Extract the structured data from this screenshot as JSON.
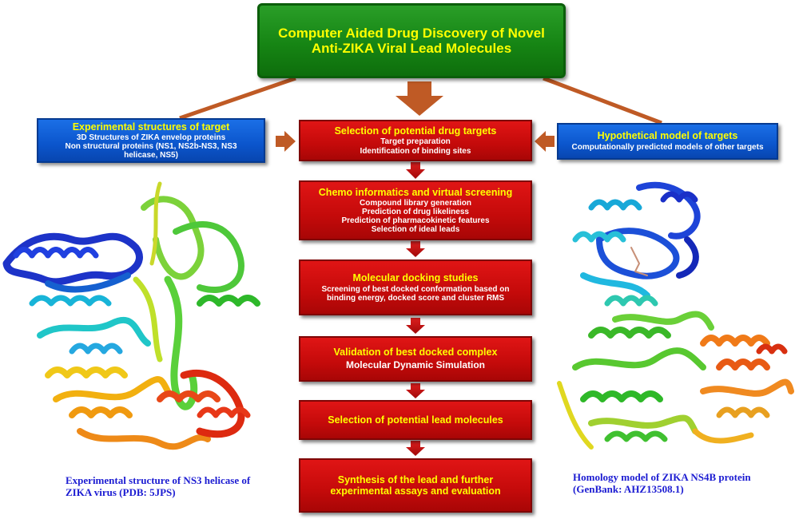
{
  "main_title": {
    "line1": "Computer Aided Drug Discovery of Novel",
    "line2": "Anti-ZIKA Viral Lead Molecules"
  },
  "left_box": {
    "title": "Experimental structures of target",
    "lines": [
      "3D Structures of ZIKA envelop proteins",
      "Non structural proteins (NS1, NS2b-NS3, NS3",
      "helicase, NS5)"
    ]
  },
  "right_box": {
    "title": "Hypothetical model of targets",
    "lines": [
      "Computationally predicted models of other targets"
    ]
  },
  "steps": [
    {
      "title": "Selection of potential drug targets",
      "lines": [
        "Target preparation",
        "Identification of binding sites"
      ]
    },
    {
      "title": "Chemo informatics and virtual screening",
      "lines": [
        "Compound library generation",
        "Prediction of drug likeliness",
        "Prediction of pharmacokinetic features",
        "Selection of ideal leads"
      ]
    },
    {
      "title": "Molecular docking studies",
      "lines": [
        "Screening of best docked conformation based on",
        "binding energy, docked score and cluster RMS"
      ]
    },
    {
      "title": "Validation of best docked complex",
      "lines": [
        "Molecular Dynamic Simulation"
      ]
    },
    {
      "title": "Selection of potential lead molecules",
      "lines": []
    },
    {
      "title": "Synthesis of the lead and further",
      "title2": "experimental assays and evaluation",
      "lines": []
    }
  ],
  "captions": {
    "left": [
      "Experimental structure of NS3 helicase of",
      "ZIKA virus (PDB: 5JPS)"
    ],
    "right": [
      "Homology model of ZIKA NS4B protein",
      "(GenBank: AHZ13508.1)"
    ]
  },
  "colors": {
    "green_box": "#168514",
    "red_box": "#c40a0a",
    "blue_box": "#0b55cc",
    "title_text": "#ffff00",
    "arrow_brown": "#bf5a25",
    "arrow_red": "#c01010",
    "caption_blue": "#1c1cd2"
  }
}
